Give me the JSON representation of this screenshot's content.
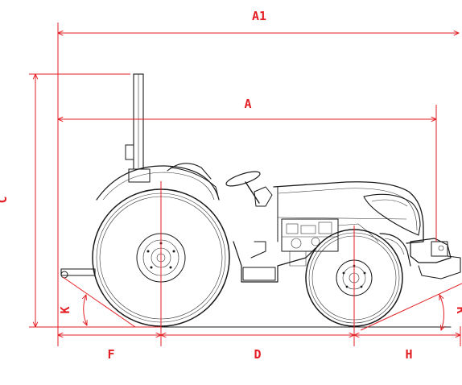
{
  "diagram": {
    "labels": {
      "a1": "A1",
      "a": "A",
      "c": "C",
      "k": "K",
      "r": "R",
      "f": "F",
      "d": "D",
      "h": "H"
    },
    "colors": {
      "dimension": "#e31e24",
      "line_art": "#1a1a1a",
      "background": "#ffffff"
    },
    "subject": "tractor-side-view"
  }
}
